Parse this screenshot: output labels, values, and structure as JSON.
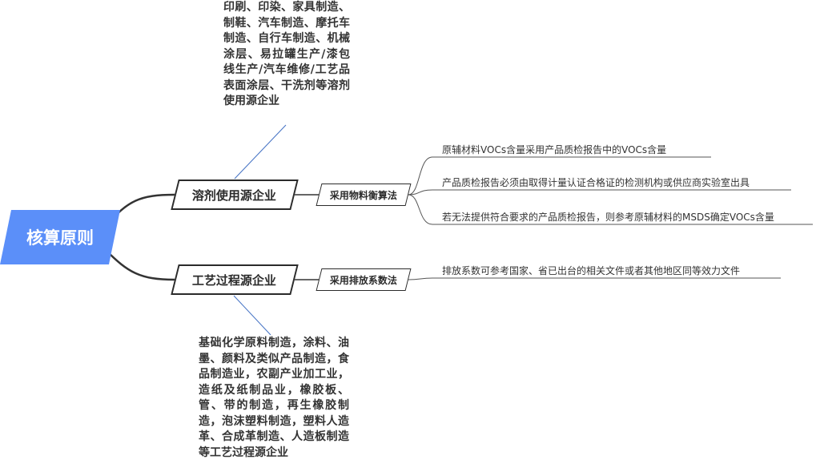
{
  "root": {
    "label": "核算原则",
    "color": "#5b8ff9"
  },
  "branches": [
    {
      "label": "溶剂使用源企业",
      "method": "采用物料衡算法",
      "note": "印刷、印染、家具制造、制鞋、汽车制造、摩托车制造、自行车制造、机械涂层、易拉罐生产/漆包线生产/汽车维修/工艺品表面涂层、干洗剂等溶剂使用源企业",
      "leaves": [
        "原辅材料VOCs含量采用产品质检报告中的VOCs含量",
        "产品质检报告必须由取得计量认证合格证的检测机构或供应商实验室出具",
        "若无法提供符合要求的产品质检报告，则参考原辅材料的MSDS确定VOCs含量"
      ]
    },
    {
      "label": "工艺过程源企业",
      "method": "采用排放系数法",
      "note": "基础化学原料制造，涂料、油墨、颜料及类似产品制造，食品制造业，农副产业加工业，造纸及纸制品业，橡胶板、管、带的制造，再生橡胶制造，泡沫塑料制造，塑料人造革、合成革制造、人造板制造等工艺过程源企业",
      "leaves": [
        "排放系数可参考国家、省已出台的相关文件或者其他地区同等效力文件"
      ]
    }
  ],
  "colors": {
    "connector": "#333333",
    "note_line": "#4472c4",
    "leaf_line": "#555555"
  }
}
